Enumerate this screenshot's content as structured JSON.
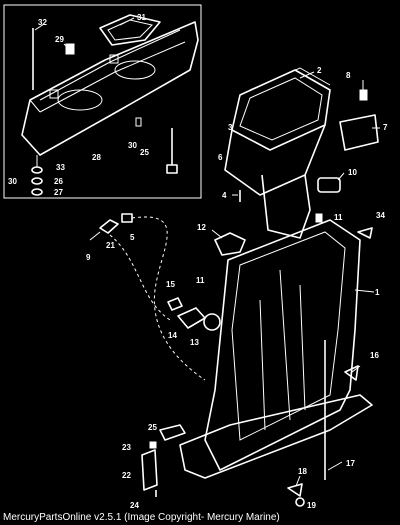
{
  "caption": "MercuryPartsOnline v2.5.1 (Image Copyright- Mercury Marine)",
  "callouts": [
    "31",
    "32",
    "29",
    "2",
    "8",
    "3",
    "7",
    "6",
    "10",
    "4",
    "28",
    "30",
    "25",
    "33",
    "26",
    "27",
    "11",
    "34",
    "21",
    "5",
    "9",
    "12",
    "15",
    "1",
    "14",
    "13",
    "16",
    "23",
    "22",
    "24",
    "18",
    "17",
    "19"
  ]
}
